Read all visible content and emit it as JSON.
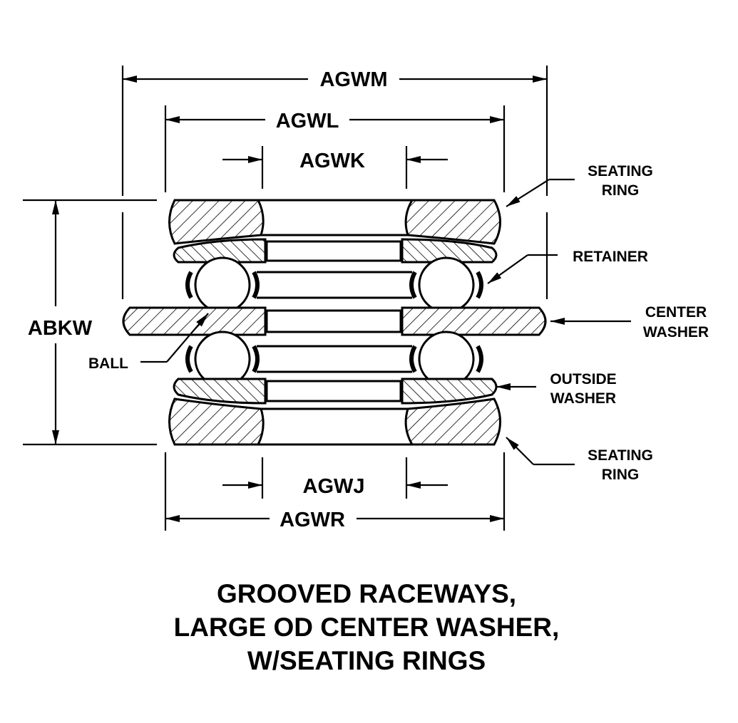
{
  "dimensions": {
    "agwm": "AGWM",
    "agwl": "AGWL",
    "agwk": "AGWK",
    "abkw": "ABKW",
    "agwj": "AGWJ",
    "agwr": "AGWR"
  },
  "callouts": {
    "seating_ring_top": [
      "SEATING",
      "RING"
    ],
    "retainer": "RETAINER",
    "center_washer": [
      "CENTER",
      "WASHER"
    ],
    "ball": "BALL",
    "outside_washer": [
      "OUTSIDE",
      "WASHER"
    ],
    "seating_ring_bottom": [
      "SEATING",
      "RING"
    ]
  },
  "caption": [
    "GROOVED RACEWAYS,",
    "LARGE OD CENTER WASHER,",
    "W/SEATING RINGS"
  ]
}
